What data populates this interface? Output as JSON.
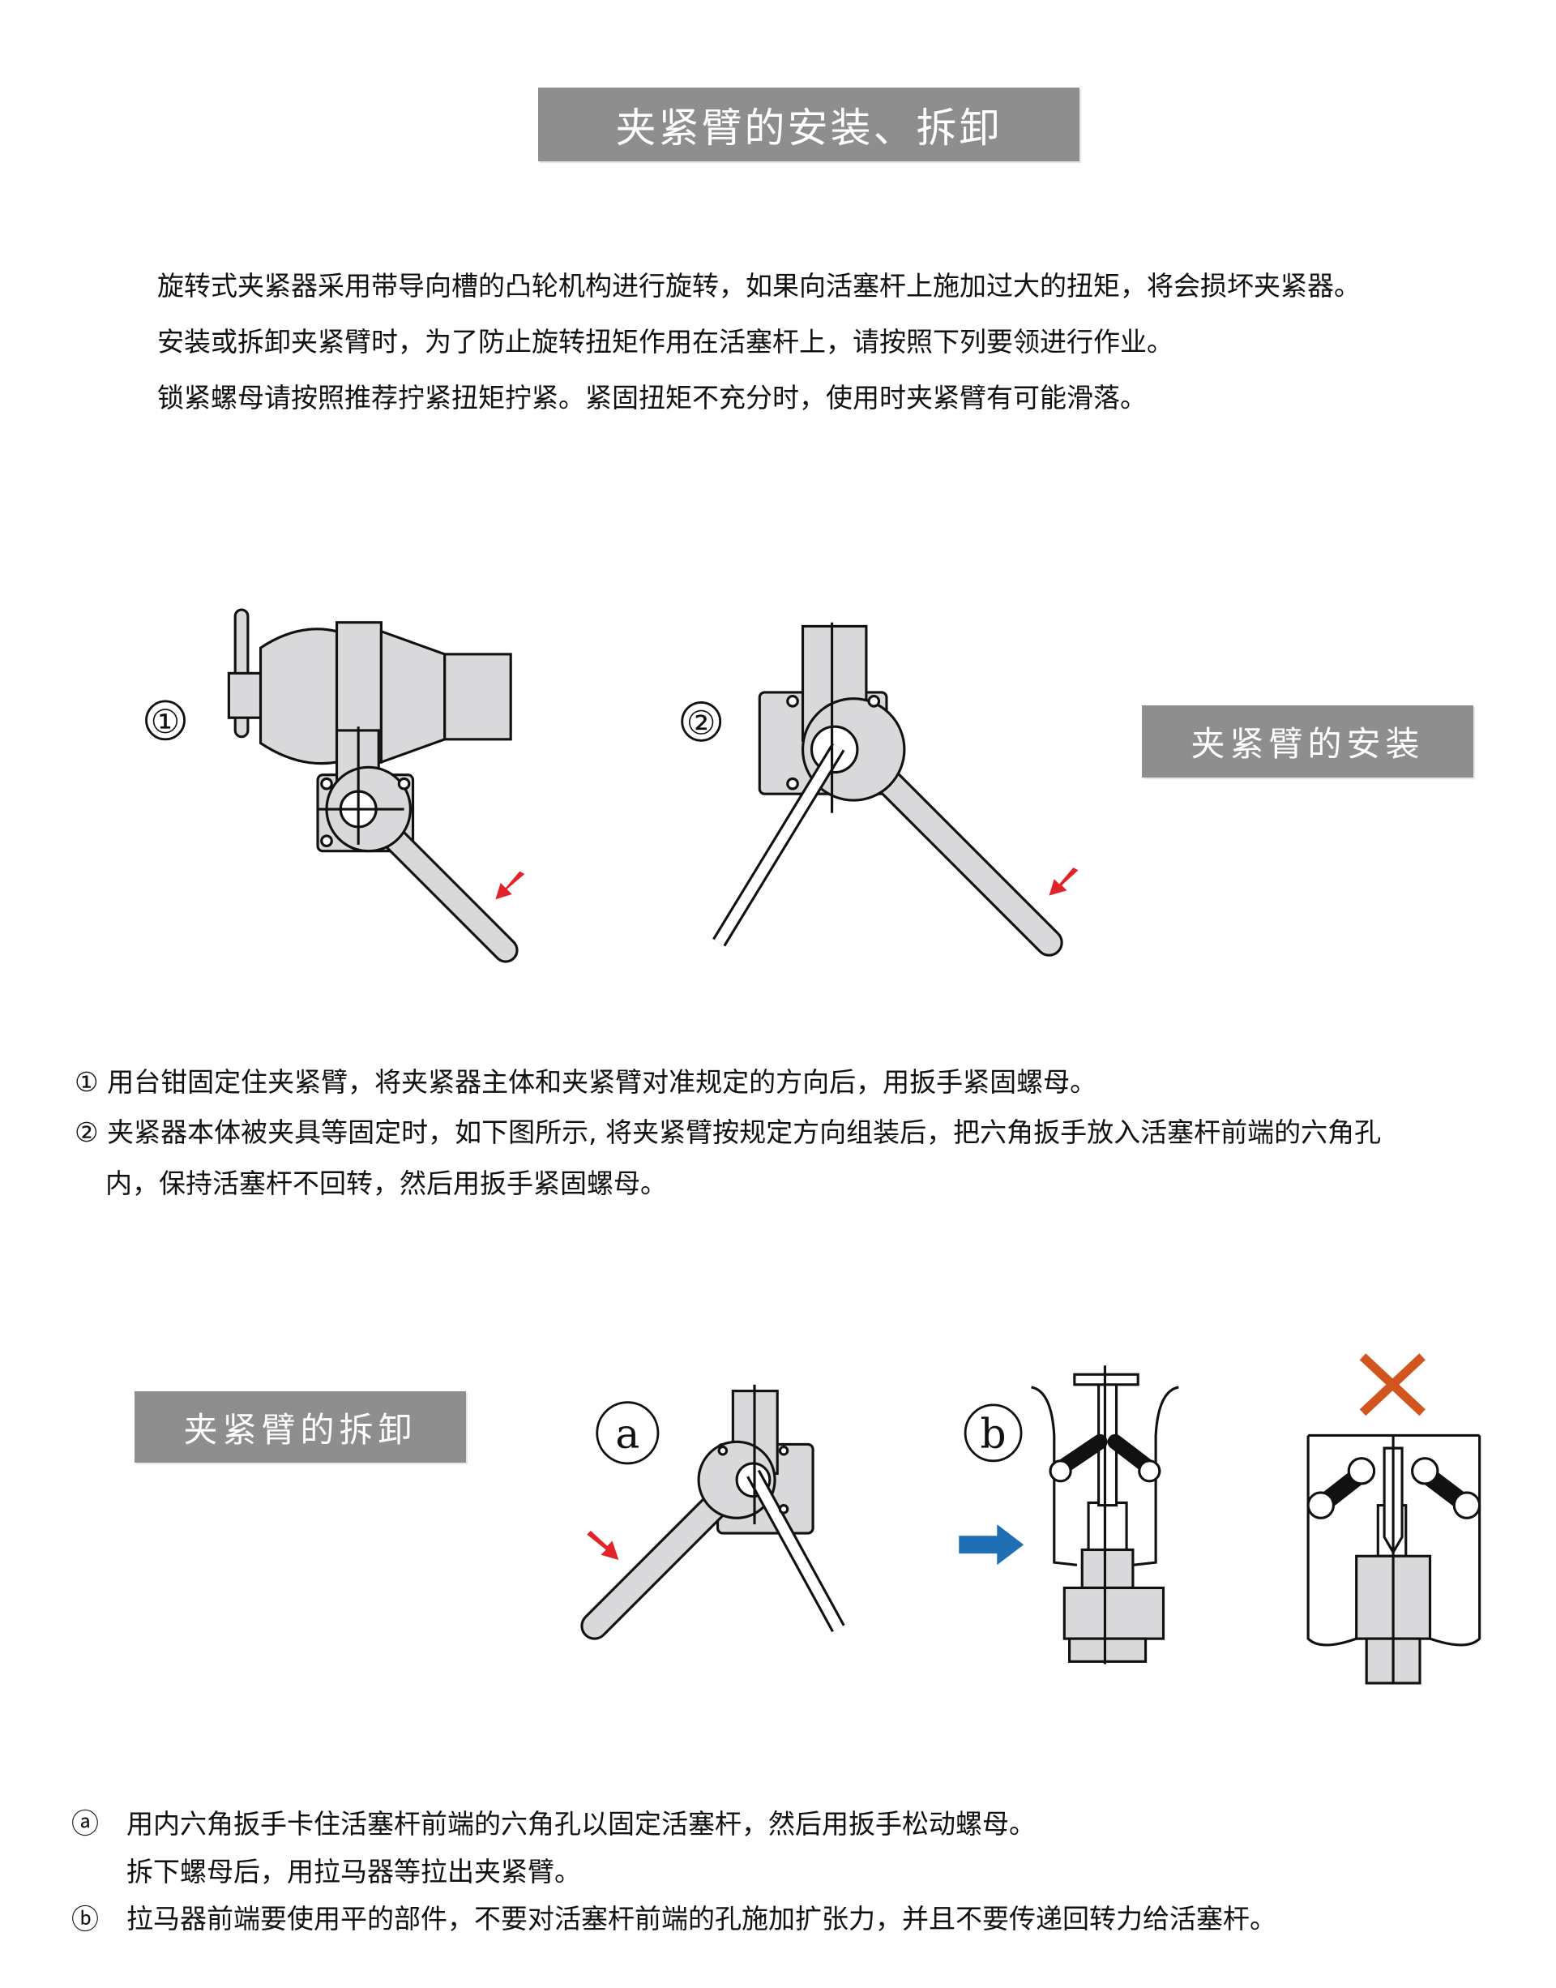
{
  "title": "夹紧臂的安装、拆卸",
  "intro": [
    "旋转式夹紧器采用带导向槽的凸轮机构进行旋转，如果向活塞杆上施加过大的扭矩，将会损坏夹紧器。",
    "安装或拆卸夹紧臂时，为了防止旋转扭矩作用在活塞杆上，请按照下列要领进行作业。",
    "锁紧螺母请按照推荐拧紧扭矩拧紧。紧固扭矩不充分时，使用时夹紧臂有可能滑落。"
  ],
  "install": {
    "label": "夹紧臂的安装",
    "fig1_mark": "①",
    "fig2_mark": "②",
    "notes": [
      {
        "mark": "①",
        "text": "用台钳固定住夹紧臂，将夹紧器主体和夹紧臂对准规定的方向后，用扳手紧固螺母。"
      },
      {
        "mark": "②",
        "text": "夹紧器本体被夹具等固定时，如下图所示, 将夹紧臂按规定方向组装后，把六角扳手放入活塞杆前端的六角孔",
        "cont": "内，保持活塞杆不回转，然后用扳手紧固螺母。"
      }
    ]
  },
  "remove": {
    "label": "夹紧臂的拆卸",
    "figa_mark": "a",
    "figb_mark": "b",
    "notes": [
      {
        "mark": "ⓐ",
        "text": "用内六角扳手卡住活塞杆前端的六角孔以固定活塞杆，然后用扳手松动螺母。",
        "cont": "拆下螺母后，用拉马器等拉出夹紧臂。"
      },
      {
        "mark": "ⓑ",
        "text": "拉马器前端要使用平的部件，不要对活塞杆前端的孔施加扩张力，并且不要传递回转力给活塞杆。"
      }
    ]
  },
  "colors": {
    "banner": "#8e8e8f",
    "red_arrow": "#e0242a",
    "blue_arrow": "#1f6fb5",
    "x_mark": "#d2541f",
    "part_fill": "#d9d9db"
  }
}
